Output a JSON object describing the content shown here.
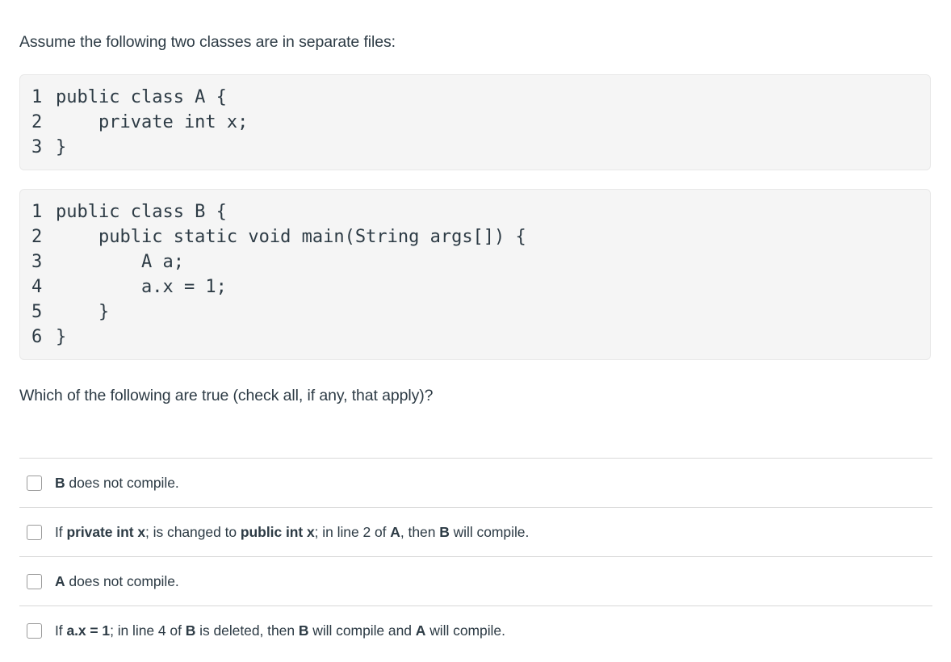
{
  "prompt": "Assume the following two classes are in separate files:",
  "code_blocks": [
    {
      "name": "class-a",
      "lines": [
        {
          "number": "1",
          "text": "public class A {"
        },
        {
          "number": "2",
          "text": "    private int x;"
        },
        {
          "number": "3",
          "text": "}"
        }
      ]
    },
    {
      "name": "class-b",
      "lines": [
        {
          "number": "1",
          "text": "public class B {"
        },
        {
          "number": "2",
          "text": "    public static void main(String args[]) {"
        },
        {
          "number": "3",
          "text": "        A a;"
        },
        {
          "number": "4",
          "text": "        a.x = 1;"
        },
        {
          "number": "5",
          "text": "    }"
        },
        {
          "number": "6",
          "text": "}"
        }
      ]
    }
  ],
  "question": "Which of the following are true (check all, if any, that apply)?",
  "options": [
    {
      "checked": false,
      "parts": [
        {
          "text": "B",
          "bold": true
        },
        {
          "text": " does not compile.",
          "bold": false
        }
      ]
    },
    {
      "checked": false,
      "parts": [
        {
          "text": "If ",
          "bold": false
        },
        {
          "text": "private int x",
          "bold": true
        },
        {
          "text": "; is changed to ",
          "bold": false
        },
        {
          "text": "public int x",
          "bold": true
        },
        {
          "text": "; in line 2 of ",
          "bold": false
        },
        {
          "text": "A",
          "bold": true
        },
        {
          "text": ", then ",
          "bold": false
        },
        {
          "text": "B",
          "bold": true
        },
        {
          "text": " will compile.",
          "bold": false
        }
      ]
    },
    {
      "checked": false,
      "parts": [
        {
          "text": "A",
          "bold": true
        },
        {
          "text": " does not compile.",
          "bold": false
        }
      ]
    },
    {
      "checked": false,
      "parts": [
        {
          "text": "If ",
          "bold": false
        },
        {
          "text": "a.x = 1",
          "bold": true
        },
        {
          "text": "; in line 4 of ",
          "bold": false
        },
        {
          "text": "B",
          "bold": true
        },
        {
          "text": " is deleted, then ",
          "bold": false
        },
        {
          "text": "B",
          "bold": true
        },
        {
          "text": " will compile and ",
          "bold": false
        },
        {
          "text": "A",
          "bold": true
        },
        {
          "text": " will compile.",
          "bold": false
        }
      ]
    }
  ],
  "colors": {
    "text": "#2d3b45",
    "code_background": "#f5f5f5",
    "code_border": "#e8e8e8",
    "separator": "#d8d8d8",
    "checkbox_border": "#9b9b9b"
  }
}
